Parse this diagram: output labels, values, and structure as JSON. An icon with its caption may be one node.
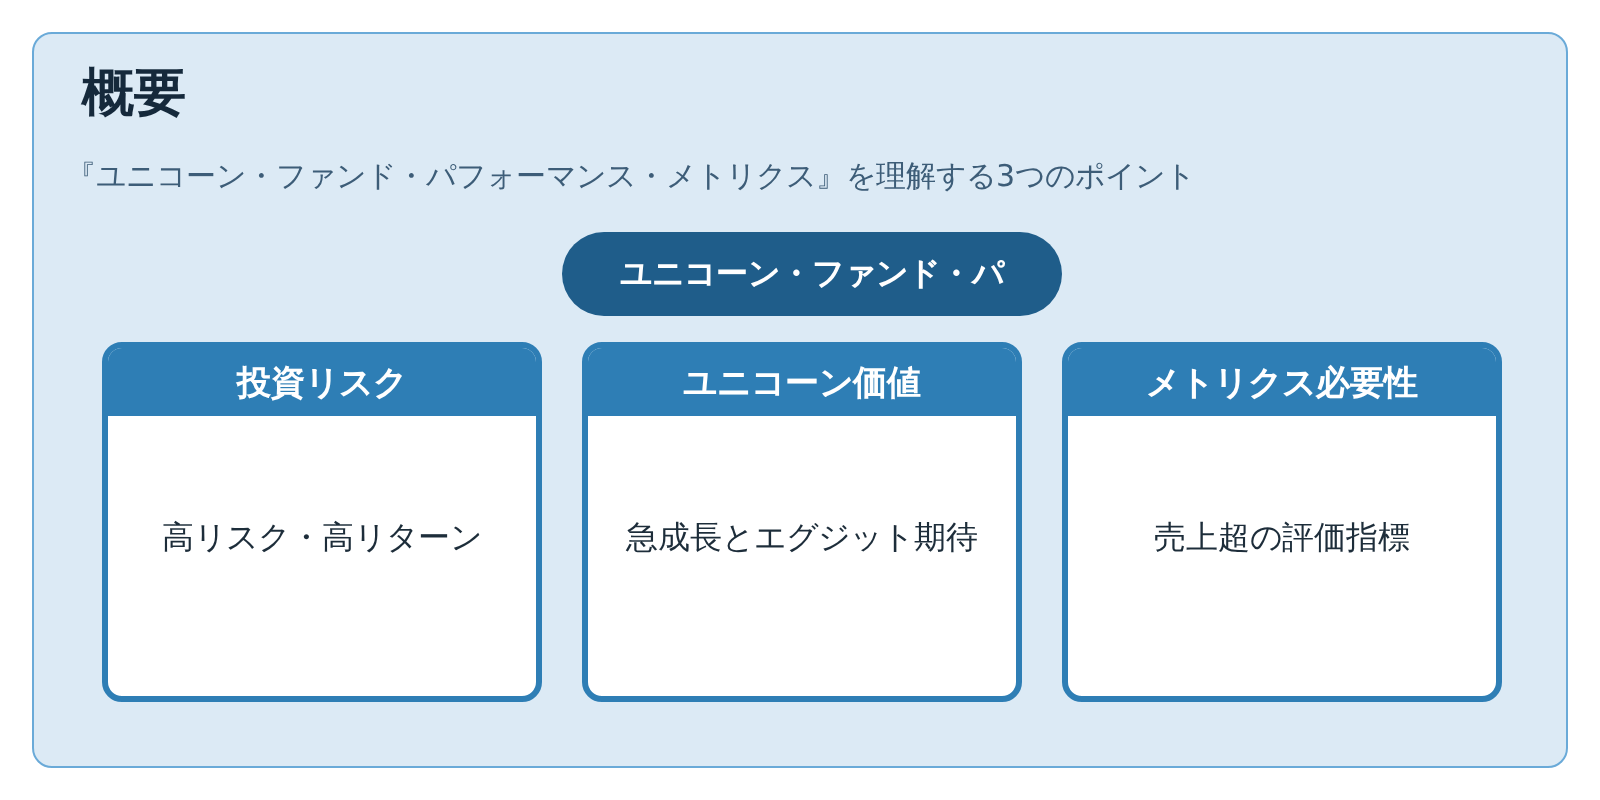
{
  "diagram": {
    "nodes": [
      {
        "text": [
          "概要",
          "『ユニコーン・ファンド・パフォーマンス・メトリクス』を理解する3つのポイント"
        ]
      },
      {
        "text": [
          "ユニコーン・ファンド・パ"
        ],
        "in": 0
      },
      {
        "text": [
          "投資リスク",
          "高リスク・高リターン"
        ],
        "in": 0
      },
      {
        "text": [
          "ユニコーン価値",
          "急成長とエグジット期待"
        ],
        "in": 0
      },
      {
        "text": [
          "メトリクス必要性",
          "売上超の評価指標"
        ],
        "in": 0
      }
    ]
  }
}
